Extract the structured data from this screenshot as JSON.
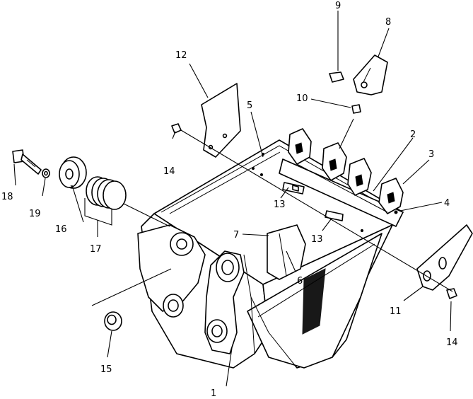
{
  "diagram": {
    "callouts": [
      {
        "id": "c1",
        "text": "1"
      },
      {
        "id": "c2",
        "text": "2"
      },
      {
        "id": "c3",
        "text": "3"
      },
      {
        "id": "c4",
        "text": "4"
      },
      {
        "id": "c5",
        "text": "5"
      },
      {
        "id": "c6",
        "text": "6"
      },
      {
        "id": "c7",
        "text": "7"
      },
      {
        "id": "c8",
        "text": "8"
      },
      {
        "id": "c9",
        "text": "9"
      },
      {
        "id": "c10",
        "text": "10"
      },
      {
        "id": "c11",
        "text": "11"
      },
      {
        "id": "c12",
        "text": "12"
      },
      {
        "id": "c13a",
        "text": "13"
      },
      {
        "id": "c13b",
        "text": "13"
      },
      {
        "id": "c14a",
        "text": "14"
      },
      {
        "id": "c14b",
        "text": "14"
      },
      {
        "id": "c15",
        "text": "15"
      },
      {
        "id": "c16",
        "text": "16"
      },
      {
        "id": "c17",
        "text": "17"
      },
      {
        "id": "c18",
        "text": "18"
      },
      {
        "id": "c19",
        "text": "19"
      }
    ]
  }
}
